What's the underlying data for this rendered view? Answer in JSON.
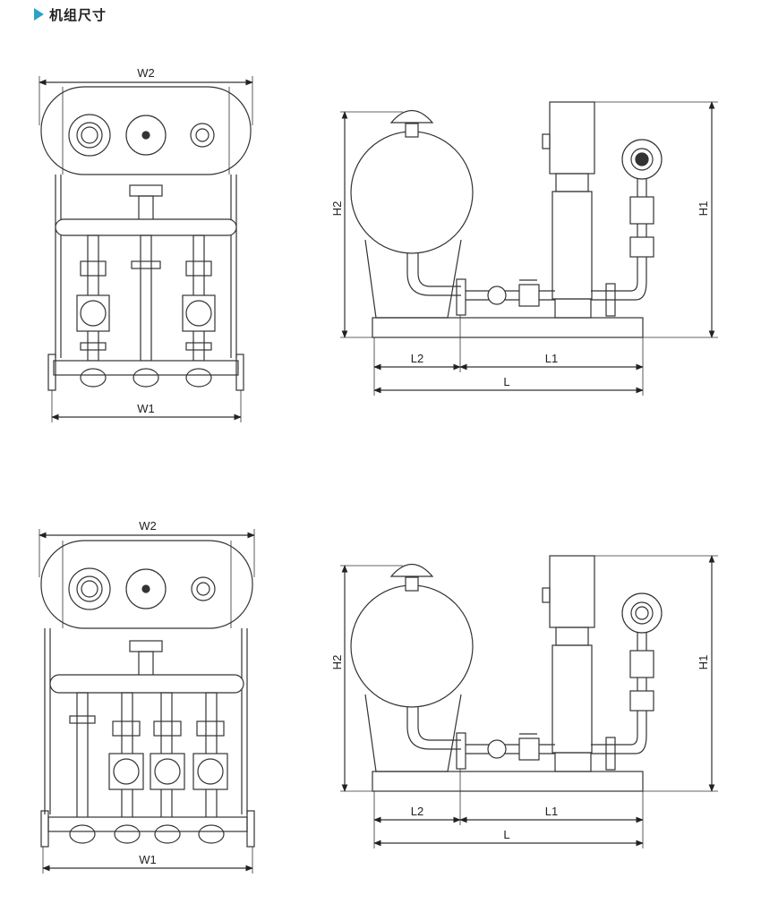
{
  "header": {
    "title": "机组尺寸",
    "icon": "triangle-marker-icon",
    "accent_color": "#2aa3c6"
  },
  "drawings": [
    {
      "front_view": {
        "top_label": "W2",
        "bottom_label": "W1",
        "pump_count": 2
      },
      "side_view": {
        "left_height_label": "H2",
        "right_height_label": "H1",
        "bottom_left_label": "L2",
        "bottom_mid_label": "L1",
        "bottom_total_label": "L"
      }
    },
    {
      "front_view": {
        "top_label": "W2",
        "bottom_label": "W1",
        "pump_count": 3
      },
      "side_view": {
        "left_height_label": "H2",
        "right_height_label": "H1",
        "bottom_left_label": "L2",
        "bottom_mid_label": "L1",
        "bottom_total_label": "L"
      }
    }
  ]
}
